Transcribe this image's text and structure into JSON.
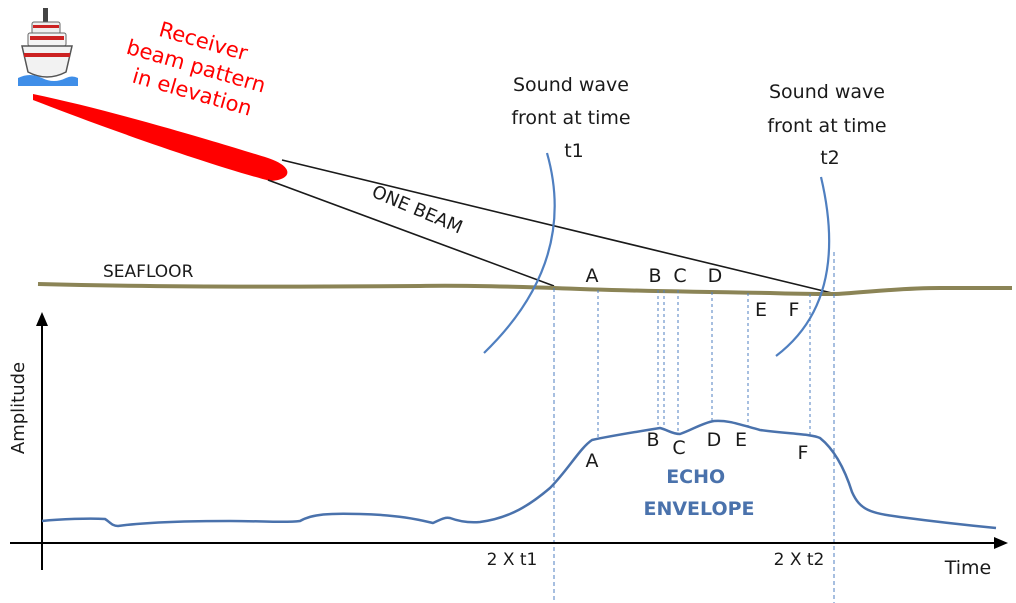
{
  "labels": {
    "receiver_line1": "Receiver",
    "receiver_line2": "beam pattern",
    "receiver_line3": "in elevation",
    "beam": "ONE BEAM",
    "seafloor": "SEAFLOOR",
    "front1_line1": "Sound wave",
    "front1_line2": "front at time",
    "front1_line3": "t1",
    "front2_line1": "Sound wave",
    "front2_line2": "front at time",
    "front2_line3": "t2",
    "amplitude": "Amplitude",
    "time": "Time",
    "tick1": "2 X t1",
    "tick2": "2 X t2",
    "echo_line1": "ECHO",
    "echo_line2": "ENVELOPE"
  },
  "seafloor_points": [
    "A",
    "B",
    "C",
    "D",
    "E",
    "F"
  ],
  "envelope_points": [
    "A",
    "B",
    "C",
    "D",
    "E",
    "F"
  ],
  "icons": {
    "ship": "ship-icon"
  },
  "colors": {
    "beam": "#ff0000",
    "receiver_text": "#ff0000",
    "seafloor": "#8b8456",
    "wavefront": "#4f7fc0",
    "envelope": "#4a72ac",
    "guides": "#4f7fc0",
    "text": "#1a1a1a"
  }
}
